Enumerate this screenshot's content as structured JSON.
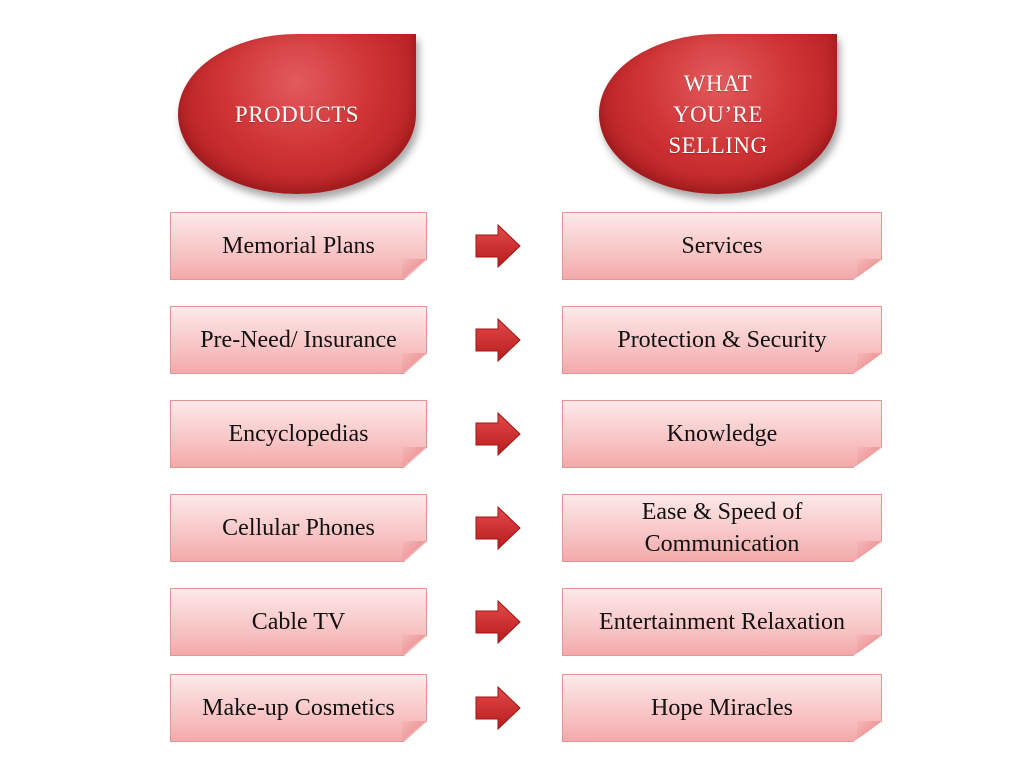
{
  "headers": {
    "left": "PRODUCTS",
    "right": "WHAT YOU’RE SELLING"
  },
  "rows": [
    {
      "product": "Memorial Plans",
      "selling": "Services"
    },
    {
      "product": "Pre-Need/ Insurance",
      "selling": "Protection & Security"
    },
    {
      "product": "Encyclopedias",
      "selling": "Knowledge"
    },
    {
      "product": "Cellular Phones",
      "selling": "Ease & Speed of Communication"
    },
    {
      "product": "Cable TV",
      "selling": "Entertainment Relaxation"
    },
    {
      "product": "Make-up Cosmetics",
      "selling": "Hope Miracles"
    }
  ],
  "colors": {
    "header_fill": "#cf3335",
    "box_fill": "#f9c7c8",
    "arrow_fill": "#d42a2a"
  },
  "icons": {
    "arrow": "right-arrow-icon"
  }
}
